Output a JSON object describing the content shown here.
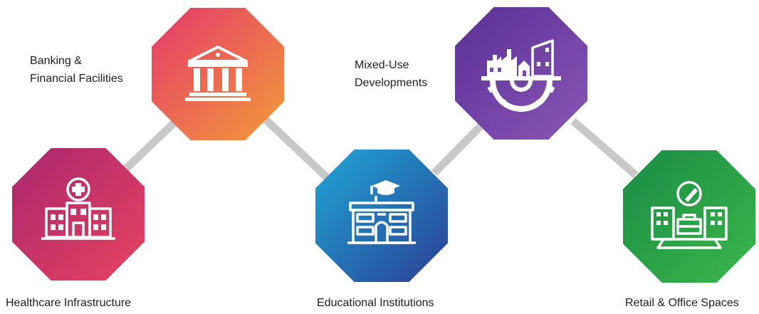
{
  "nodes": [
    {
      "id": "healthcare",
      "label_lines": [
        "Healthcare Infrastructure"
      ],
      "icon": "hospital-icon",
      "colors": [
        "#a8266f",
        "#e8435e"
      ]
    },
    {
      "id": "banking",
      "label_lines": [
        "Banking &",
        "Financial Facilities"
      ],
      "icon": "bank-icon",
      "colors": [
        "#e43a6a",
        "#f39a3a"
      ]
    },
    {
      "id": "education",
      "label_lines": [
        "Educational Institutions"
      ],
      "icon": "school-icon",
      "colors": [
        "#1fa7d7",
        "#2a3f93"
      ]
    },
    {
      "id": "mixed-use",
      "label_lines": [
        "Mixed-Use",
        "Developments"
      ],
      "icon": "factory-gear-icon",
      "colors": [
        "#5a2f96",
        "#8a56b5"
      ]
    },
    {
      "id": "retail",
      "label_lines": [
        "Retail & Office Spaces"
      ],
      "icon": "retail-office-icon",
      "colors": [
        "#1a8c45",
        "#3cb54b"
      ]
    }
  ],
  "connector_color": "#c8c8c8"
}
